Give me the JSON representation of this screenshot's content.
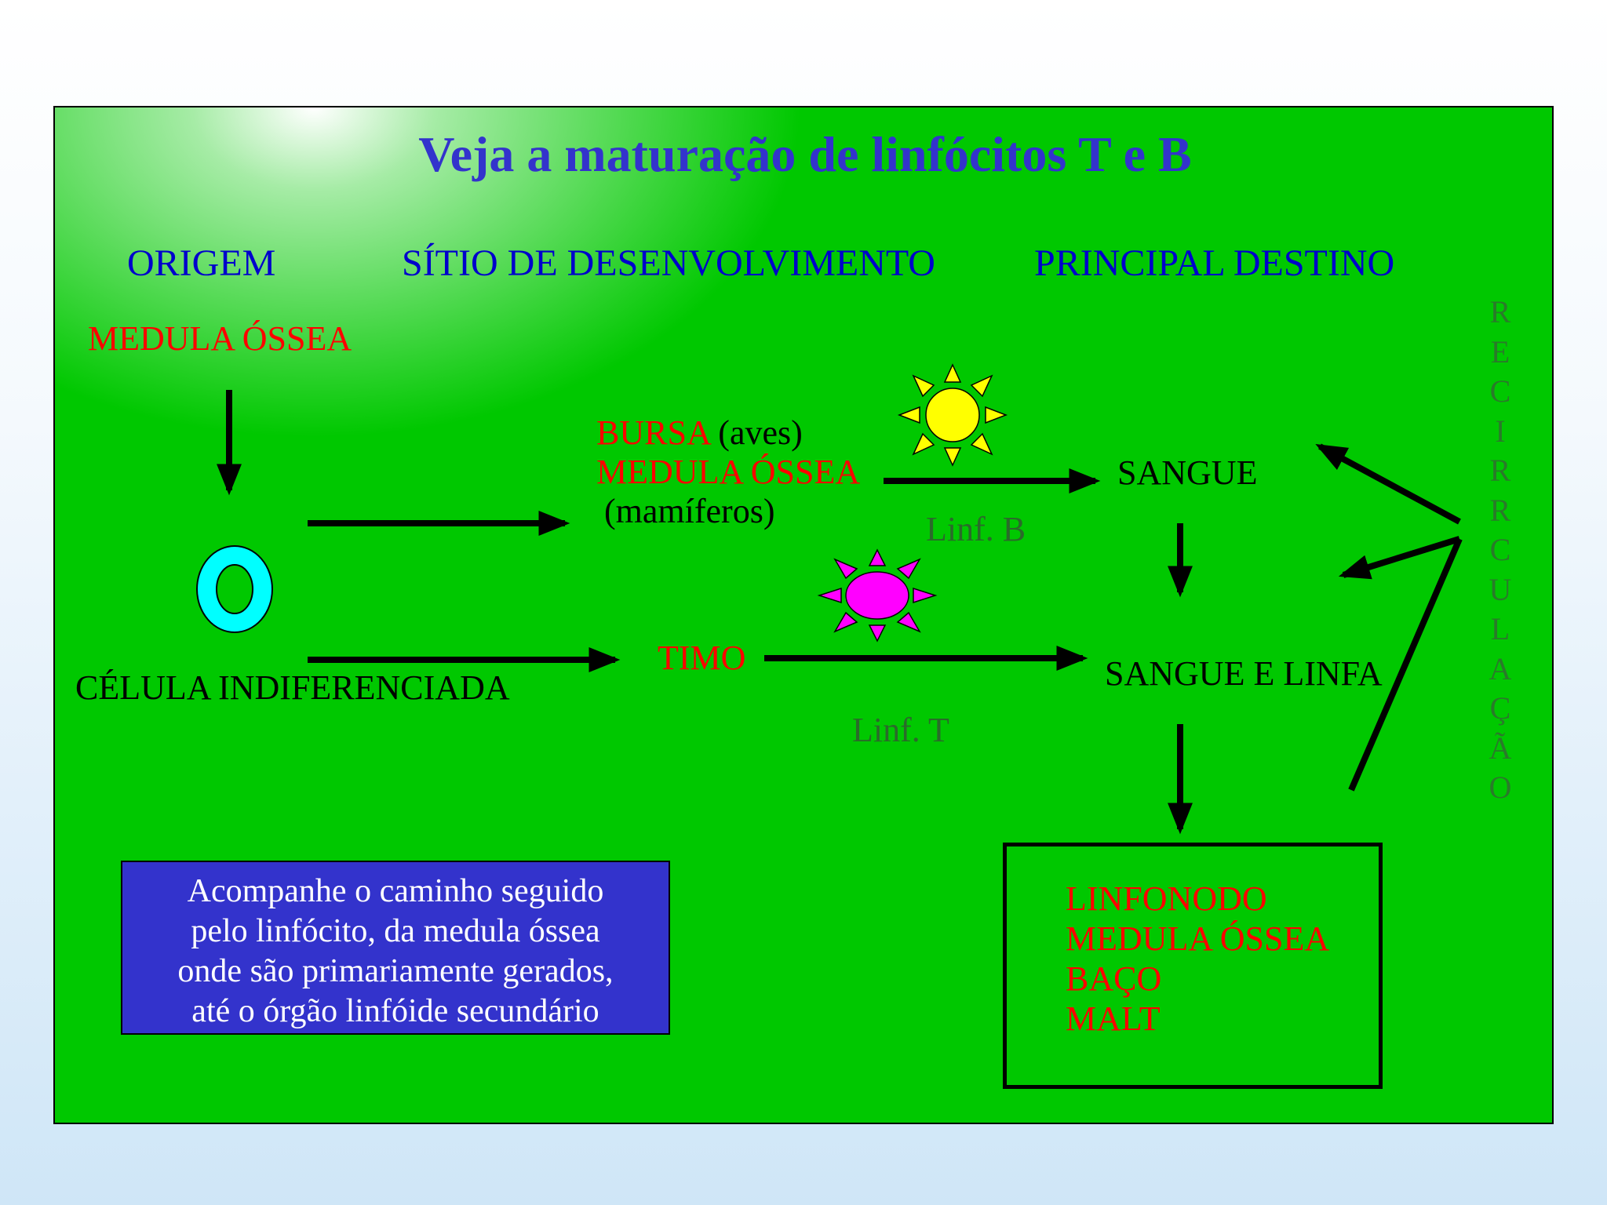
{
  "title": "Veja a maturação de linfócitos T e B",
  "headers": {
    "origin": "ORIGEM",
    "site": "SÍTIO DE DESENVOLVIMENTO",
    "destination": "PRINCIPAL DESTINO"
  },
  "origin": {
    "source": "MEDULA ÓSSEA",
    "cell": "CÉLULA INDIFERENCIADA"
  },
  "b_path": {
    "site_bursa": "BURSA",
    "site_bursa_note": "(aves)",
    "site_marrow": "MEDULA ÓSSEA",
    "site_marrow_note": "(mamíferos)",
    "lymphocyte": "Linf. B",
    "destination": "SANGUE"
  },
  "t_path": {
    "site": "TIMO",
    "lymphocyte": "Linf. T",
    "destination": "SANGUE E LINFA"
  },
  "secondary_organs": [
    "LINFONODO",
    "MEDULA ÓSSEA",
    "BAÇO",
    "MALT"
  ],
  "recirculation_letters": [
    "R",
    "E",
    "C",
    "I",
    "R",
    "R",
    "C",
    "U",
    "L",
    "A",
    "Ç",
    "Ã",
    "O"
  ],
  "info_lines": [
    "Acompanhe o caminho seguido",
    "pelo linfócito, da medula óssea",
    "onde são primariamente gerados,",
    "até o órgão linfóide secundário"
  ],
  "colors": {
    "background_green": "#00c800",
    "title_blue": "#3333cc",
    "header_blue": "#0000cc",
    "label_red": "#ff0000",
    "cell_cyan": "#00ffff",
    "b_sun_yellow": "#ffff00",
    "t_sun_magenta": "#ff00ff",
    "info_box_blue": "#3333cc"
  },
  "icons": {
    "cell": "ring-cell-icon",
    "b_cell": "yellow-sun-icon",
    "t_cell": "magenta-sun-icon"
  }
}
